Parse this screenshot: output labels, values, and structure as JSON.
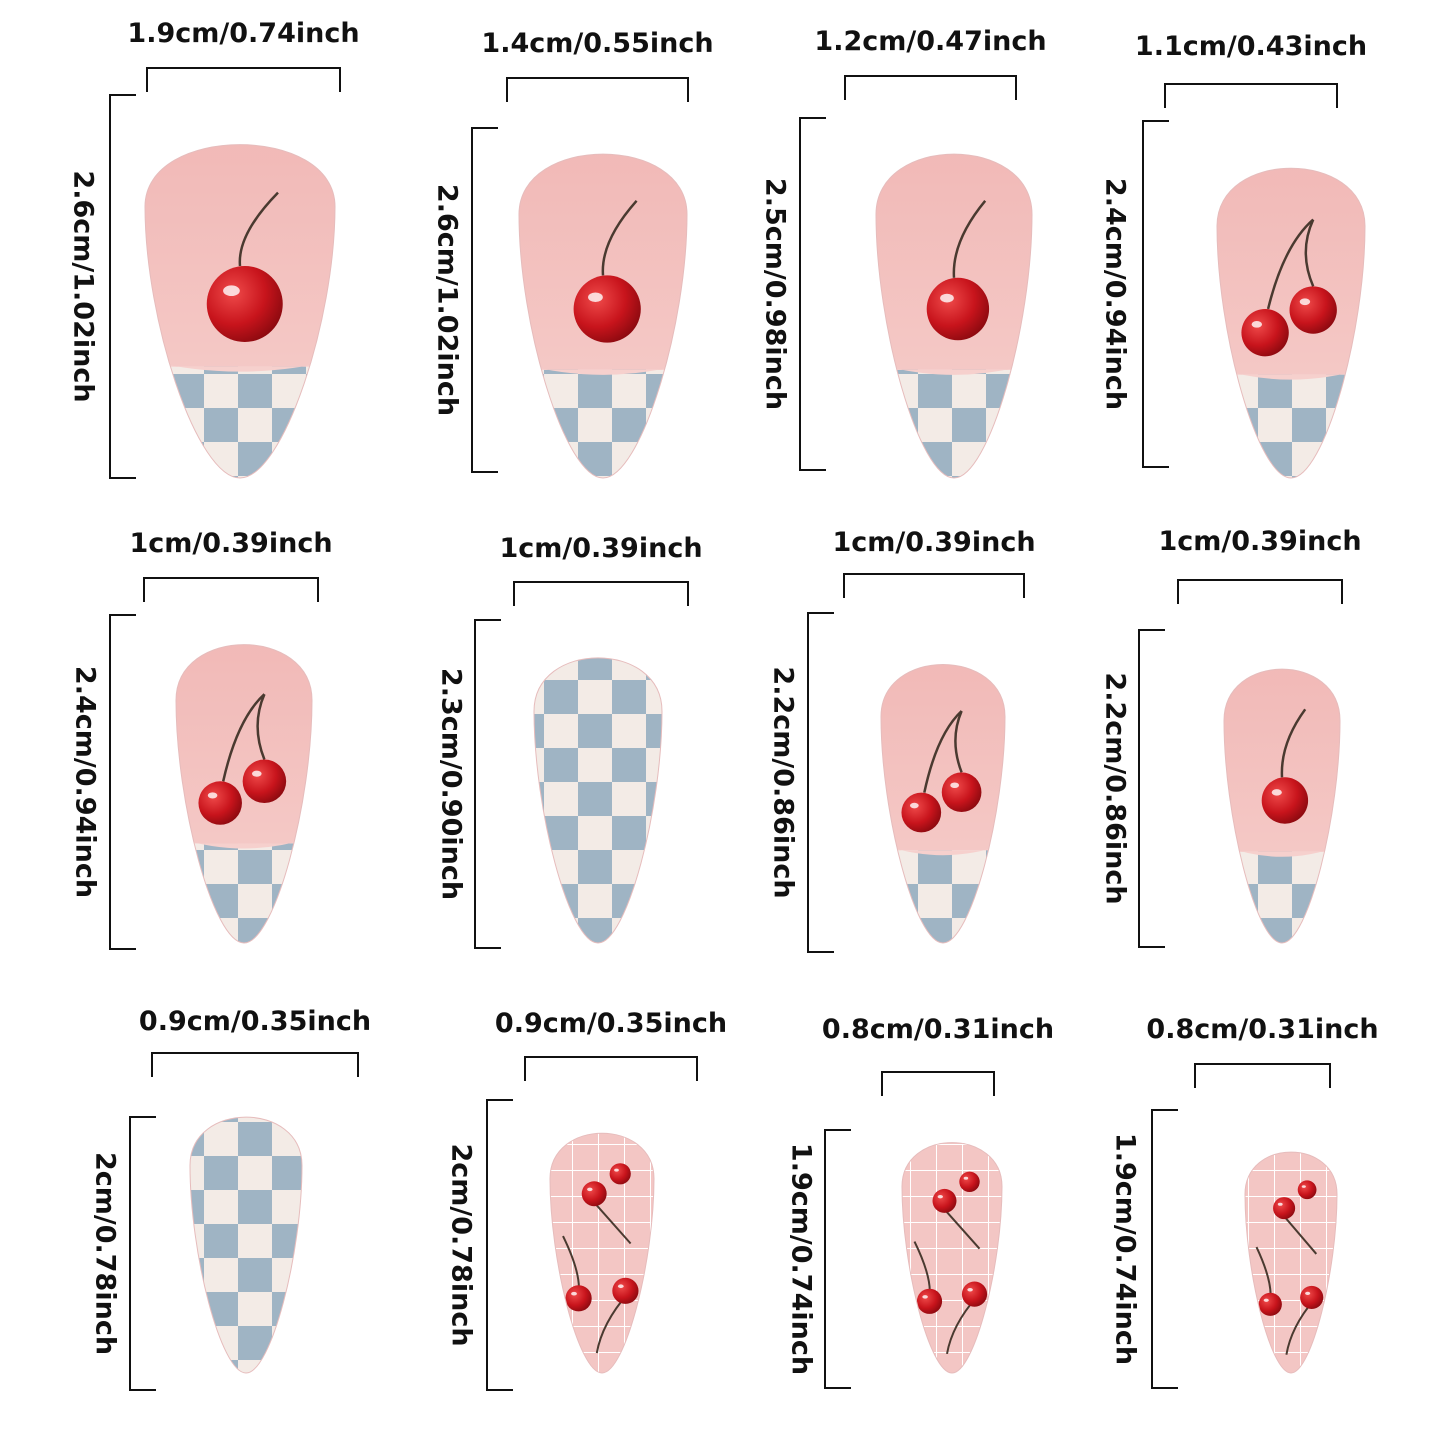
{
  "title": "",
  "nails": [
    {
      "width_label": "1.9cm/0.74inch",
      "length_label": "2.6cm/1.02inch",
      "design": "cherry-checker-french"
    },
    {
      "width_label": "1.4cm/0.55inch",
      "length_label": "2.6cm/1.02inch",
      "design": "cherry-checker-french"
    },
    {
      "width_label": "1.2cm/0.47inch",
      "length_label": "2.5cm/0.98inch",
      "design": "cherry-checker-french"
    },
    {
      "width_label": "1.1cm/0.43inch",
      "length_label": "2.4cm/0.94inch",
      "design": "double-cherry-checker-french"
    },
    {
      "width_label": "1cm/0.39inch",
      "length_label": "2.4cm/0.94inch",
      "design": "double-cherry-checker-french"
    },
    {
      "width_label": "1cm/0.39inch",
      "length_label": "2.3cm/0.90inch",
      "design": "full-checker"
    },
    {
      "width_label": "1cm/0.39inch",
      "length_label": "2.2cm/0.86inch",
      "design": "double-cherry-checker-french"
    },
    {
      "width_label": "1cm/0.39inch",
      "length_label": "2.2cm/0.86inch",
      "design": "cherry-checker-french"
    },
    {
      "width_label": "0.9cm/0.35inch",
      "length_label": "2cm/0.78inch",
      "design": "full-checker"
    },
    {
      "width_label": "0.9cm/0.35inch",
      "length_label": "2cm/0.78inch",
      "design": "grid-cherries"
    },
    {
      "width_label": "0.8cm/0.31inch",
      "length_label": "1.9cm/0.74inch",
      "design": "grid-cherries"
    },
    {
      "width_label": "0.8cm/0.31inch",
      "length_label": "1.9cm/0.74inch",
      "design": "grid-cherries"
    }
  ],
  "colors": {
    "nail_pink": "#f4c3c3",
    "nail_pink_dark": "#e8a9a8",
    "checker_blue": "#9fb4c4",
    "checker_cream": "#f3ebe6",
    "cherry_red": "#c8141c",
    "stem_brown": "#4a3a30",
    "bracket": "#111111"
  }
}
